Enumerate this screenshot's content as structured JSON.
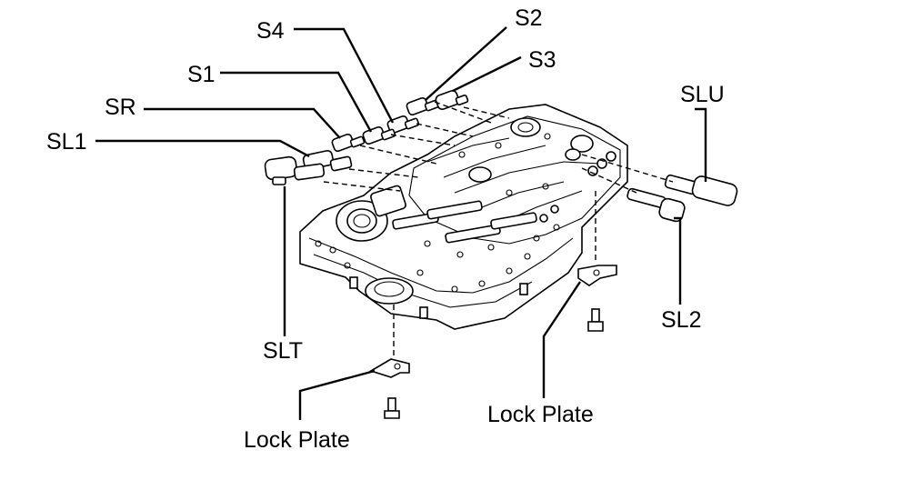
{
  "labels": {
    "s2": "S2",
    "s3": "S3",
    "s4": "S4",
    "s1": "S1",
    "sr": "SR",
    "sl1": "SL1",
    "slu": "SLU",
    "sl2": "SL2",
    "slt": "SLT",
    "lock_plate_left": "Lock Plate",
    "lock_plate_right": "Lock Plate"
  },
  "colors": {
    "ink": "#000000",
    "paper": "#ffffff"
  }
}
